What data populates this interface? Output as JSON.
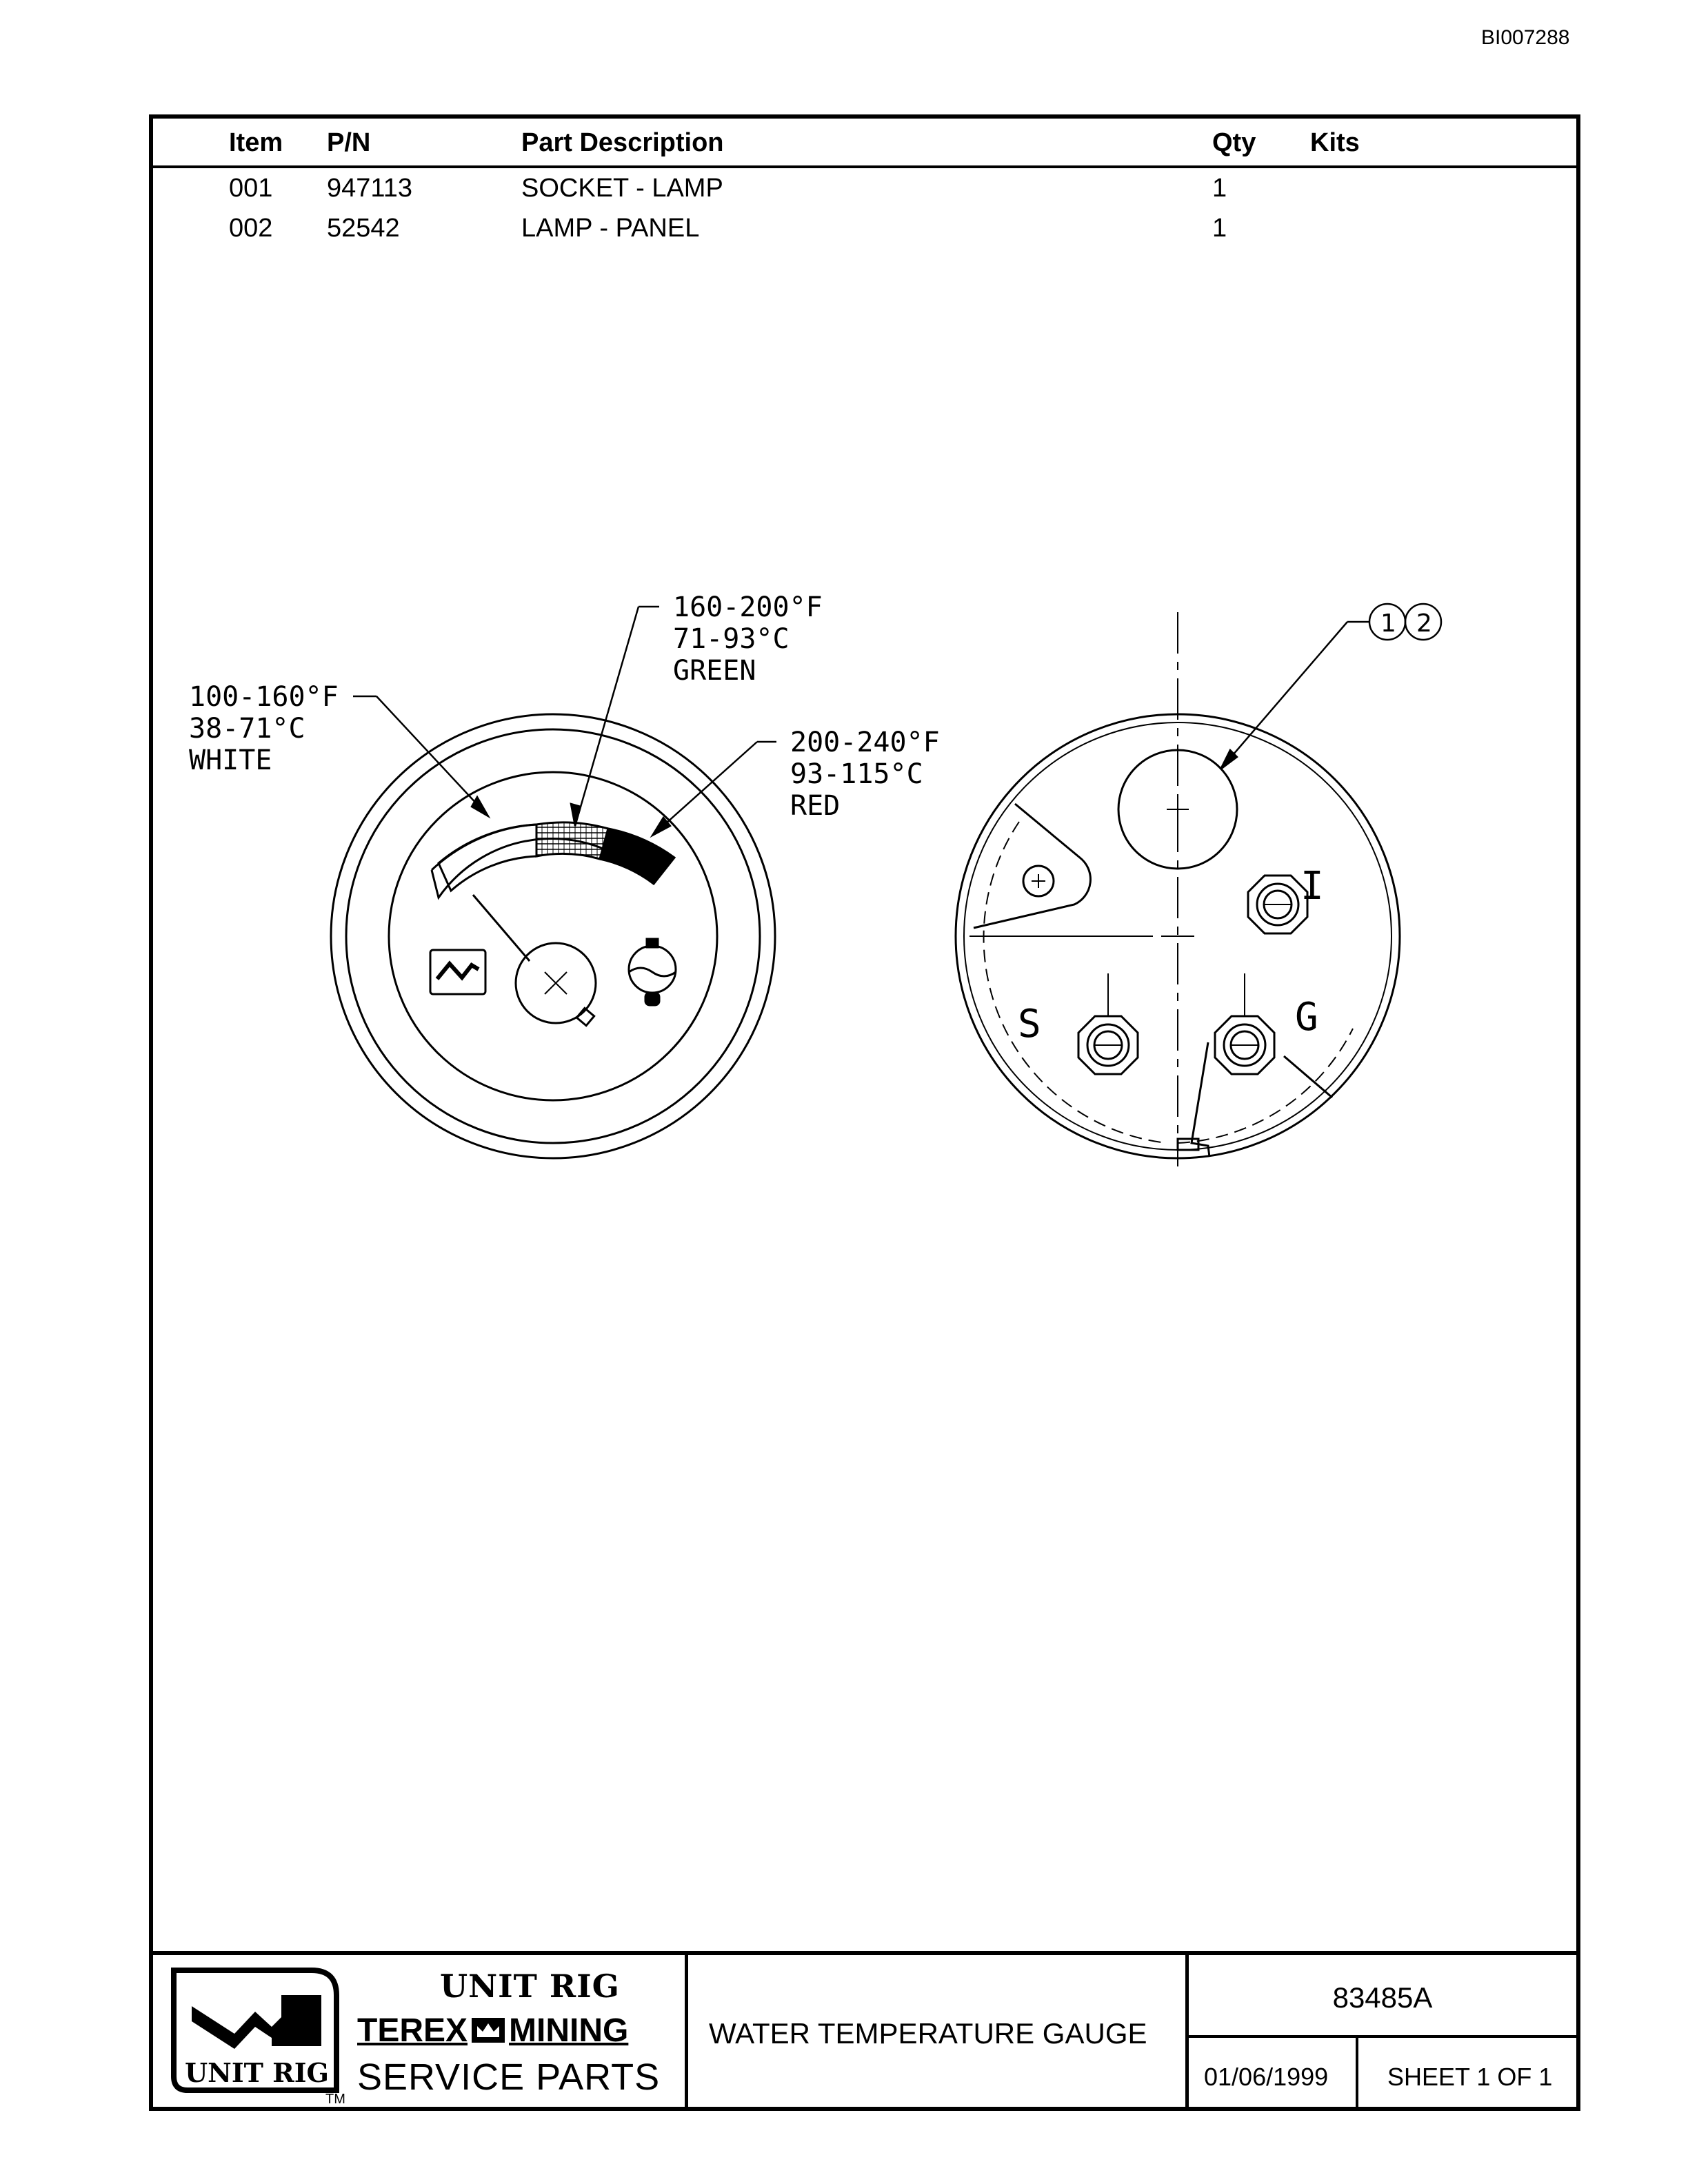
{
  "document_id": "BI007288",
  "parts_table": {
    "headers": {
      "item": "Item",
      "pn": "P/N",
      "description": "Part Description",
      "qty": "Qty",
      "kits": "Kits"
    },
    "rows": [
      {
        "item": "001",
        "pn": "947113",
        "description": "SOCKET - LAMP",
        "qty": "1",
        "kits": ""
      },
      {
        "item": "002",
        "pn": "52542",
        "description": "LAMP - PANEL",
        "qty": "1",
        "kits": ""
      }
    ]
  },
  "drawing": {
    "callouts": {
      "white": {
        "range_f": "100-160°F",
        "range_c": "38-71°C",
        "color": "WHITE"
      },
      "green": {
        "range_f": "160-200°F",
        "range_c": "71-93°C",
        "color": "GREEN"
      },
      "red": {
        "range_f": "200-240°F",
        "range_c": "93-115°C",
        "color": "RED"
      }
    },
    "balloons": [
      "1",
      "2"
    ],
    "terminals": {
      "i": "I",
      "s": "S",
      "g": "G"
    }
  },
  "title_block": {
    "brand_line1": "UNIT RIG",
    "brand_line2_left": "TEREX",
    "brand_line2_right": "MINING",
    "brand_line3": "SERVICE PARTS",
    "logo_text": "UNIT RIG",
    "trademark": "TM",
    "title": "WATER TEMPERATURE GAUGE",
    "part_number": "83485A",
    "date": "01/06/1999",
    "sheet": "SHEET 1 OF 1"
  }
}
